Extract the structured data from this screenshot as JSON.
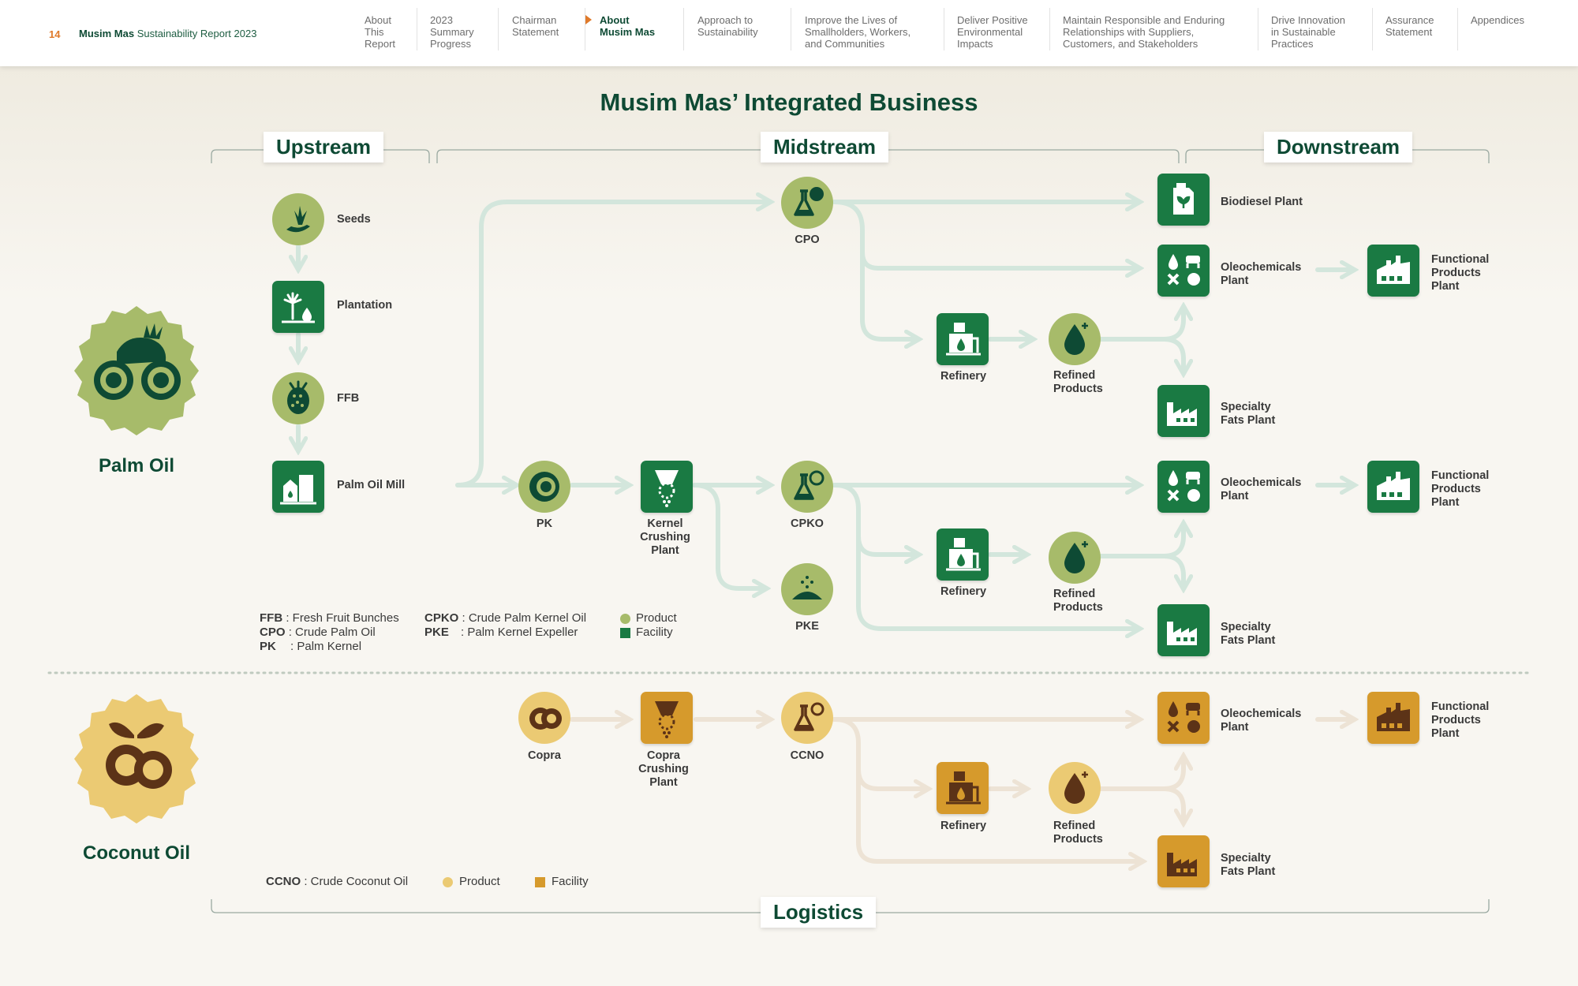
{
  "header": {
    "page_number": "14",
    "report_brand": "Musim Mas",
    "report_rest": " Sustainability Report 2023",
    "nav": [
      {
        "label": "About\nThis\nReport"
      },
      {
        "label": "2023\nSummary\nProgress"
      },
      {
        "label": "Chairman\nStatement"
      },
      {
        "label": "About\nMusim Mas",
        "active": true
      },
      {
        "label": "Approach to\nSustainability"
      },
      {
        "label": "Improve the Lives of\nSmallholders, Workers,\nand Communities"
      },
      {
        "label": "Deliver Positive\nEnvironmental\nImpacts"
      },
      {
        "label": "Maintain Responsible and Enduring\nRelationships with Suppliers,\nCustomers, and Stakeholders"
      },
      {
        "label": "Drive Innovation\nin Sustainable\nPractices"
      },
      {
        "label": "Assurance\nStatement"
      },
      {
        "label": "Appendices"
      }
    ]
  },
  "diagram": {
    "title": "Musim Mas’ Integrated Business",
    "sections": {
      "upstream": "Upstream",
      "midstream": "Midstream",
      "downstream": "Downstream",
      "logistics": "Logistics"
    },
    "palm": {
      "name": "Palm Oil",
      "seeds": "Seeds",
      "plantation": "Plantation",
      "ffb": "FFB",
      "mill": "Palm Oil Mill",
      "cpo": "CPO",
      "pk": "PK",
      "kcp": "Kernel\nCrushing\nPlant",
      "cpko": "CPKO",
      "pke": "PKE",
      "refinery": "Refinery",
      "refined": "Refined\nProducts",
      "biodiesel": "Biodiesel Plant",
      "oleo": "Oleochemicals\nPlant",
      "specialty": "Specialty\nFats Plant",
      "functional": "Functional\nProducts\nPlant"
    },
    "coconut": {
      "name": "Coconut Oil",
      "copra": "Copra",
      "ccp": "Copra\nCrushing\nPlant",
      "ccno": "CCNO",
      "refinery": "Refinery",
      "refined": "Refined\nProducts",
      "oleo": "Oleochemicals\nPlant",
      "specialty": "Specialty\nFats Plant",
      "functional": "Functional\nProducts\nPlant"
    },
    "legend_palm": {
      "ffb_abbr": "FFB",
      "ffb_def": ": Fresh Fruit Bunches",
      "cpo_abbr": "CPO",
      "cpo_def": ": Crude Palm Oil",
      "pk_abbr": "PK",
      "pk_def": ": Palm Kernel",
      "cpko_abbr": "CPKO",
      "cpko_def": ": Crude Palm Kernel Oil",
      "pke_abbr": "PKE",
      "pke_def": ": Palm Kernel Expeller",
      "product": "Product",
      "facility": "Facility"
    },
    "legend_coconut": {
      "ccno_abbr": "CCNO",
      "ccno_def": ": Crude Coconut Oil",
      "product": "Product",
      "facility": "Facility"
    }
  },
  "colors": {
    "palm_product": "#a7bb6a",
    "palm_facility": "#1a7a43",
    "coco_product": "#ebca73",
    "coco_facility": "#d69a2c",
    "dark_green": "#0e4a34",
    "palm_arrow": "#d3e6dc",
    "coco_arrow": "#ede3d5",
    "accent_orange": "#e07a2a"
  }
}
